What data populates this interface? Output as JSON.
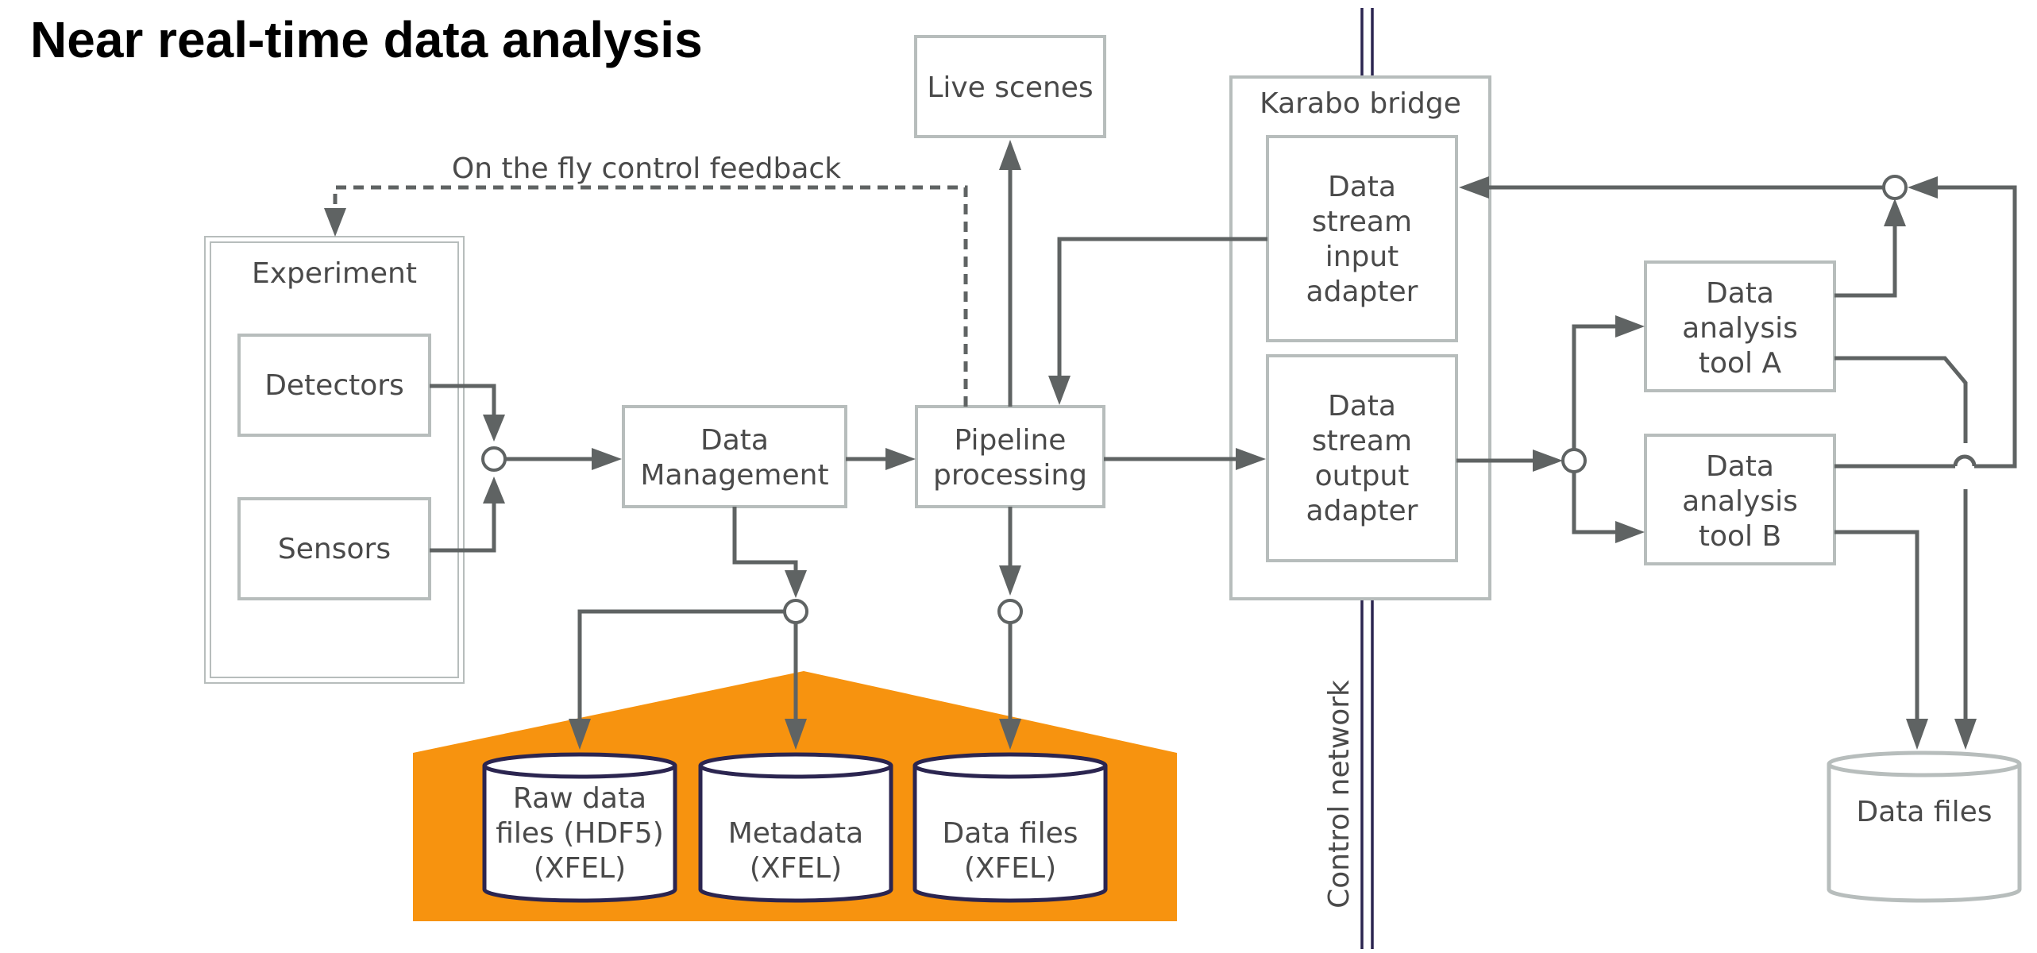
{
  "title": "Near real-time data analysis",
  "colors": {
    "box_border": "#b7bdbc",
    "connector": "#5f6363",
    "text": "#4a4a4a",
    "storage_zone": "#f7930f",
    "xfel_cylinder_border": "#2b2550",
    "network_line": "#2b2550",
    "external_cylinder_border": "#b7bdbc"
  },
  "feedback_label": "On the fly control feedback",
  "network_label": "Control network",
  "experiment": {
    "title": "Experiment",
    "detectors": "Detectors",
    "sensors": "Sensors"
  },
  "data_management": [
    "Data",
    "Management"
  ],
  "pipeline": [
    "Pipeline",
    "processing"
  ],
  "live_scenes": "Live scenes",
  "karabo": {
    "title": "Karabo bridge",
    "input_adapter": [
      "Data",
      "stream",
      "input",
      "adapter"
    ],
    "output_adapter": [
      "Data",
      "stream",
      "output",
      "adapter"
    ]
  },
  "tool_a": [
    "Data",
    "analysis",
    "tool A"
  ],
  "tool_b": [
    "Data",
    "analysis",
    "tool B"
  ],
  "storage": {
    "raw": [
      "Raw data",
      "files (HDF5)",
      "(XFEL)"
    ],
    "metadata": [
      "Metadata",
      "(XFEL)"
    ],
    "datafiles_xfel": [
      "Data files",
      "(XFEL)"
    ]
  },
  "external_storage": "Data files"
}
